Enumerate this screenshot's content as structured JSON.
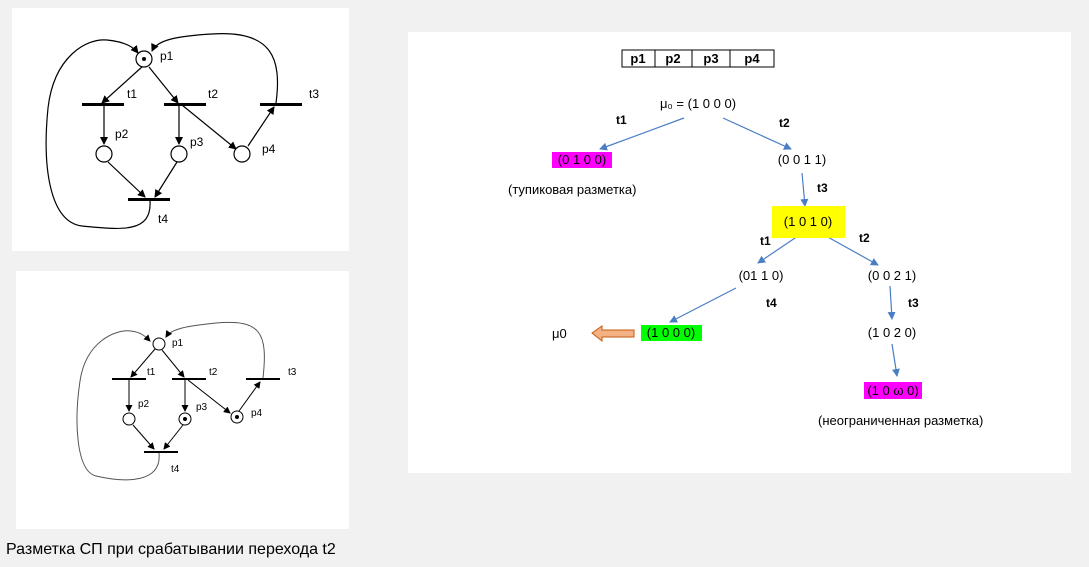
{
  "top_net": {
    "places": [
      "p1",
      "p2",
      "p3",
      "p4"
    ],
    "transitions": [
      "t1",
      "t2",
      "t3",
      "t4"
    ],
    "tokens": {
      "p1": 1,
      "p2": 0,
      "p3": 0,
      "p4": 0
    }
  },
  "bottom_net": {
    "places": [
      "p1",
      "p2",
      "p3",
      "p4"
    ],
    "transitions": [
      "t1",
      "t2",
      "t3",
      "t4"
    ],
    "tokens": {
      "p1": 0,
      "p2": 0,
      "p3": 1,
      "p4": 1
    }
  },
  "tree": {
    "header": [
      "p1",
      "p2",
      "p3",
      "p4"
    ],
    "root_label": "μ₀ = (1 0 0 0)",
    "nodes": {
      "n_0100": "(0 1 0 0)",
      "n_0011": "(0 0 1 1)",
      "n_1010": "(1 0 1 0)",
      "n_0110": "(01 1 0)",
      "n_0021": "(0 0 2 1)",
      "n_1000": "(1 0 0 0)",
      "n_1020": "(1 0 2 0)",
      "n_10w0": "(1 0 ω 0)"
    },
    "edge_labels": {
      "e_root_t1": "t1",
      "e_root_t2": "t2",
      "e_0011_t3": "t3",
      "e_1010_t1": "t1",
      "e_1010_t2": "t2",
      "e_0110_t4": "t4",
      "e_0021_t3": "t3"
    },
    "notes": {
      "dead_marking": "(тупиковая разметка)",
      "unbounded_marking": "(неограниченная разметка)",
      "mu0": "μ0"
    },
    "colors": {
      "dead": "#ff00ff",
      "highlight": "#ffff00",
      "repeat": "#00ff00",
      "unbounded": "#ff00ff",
      "edge": "#4a7ec4",
      "arrow_fill": "#f4b183",
      "arrow_stroke": "#c55a11"
    }
  },
  "caption": "Разметка СП при срабатывании перехода t2"
}
